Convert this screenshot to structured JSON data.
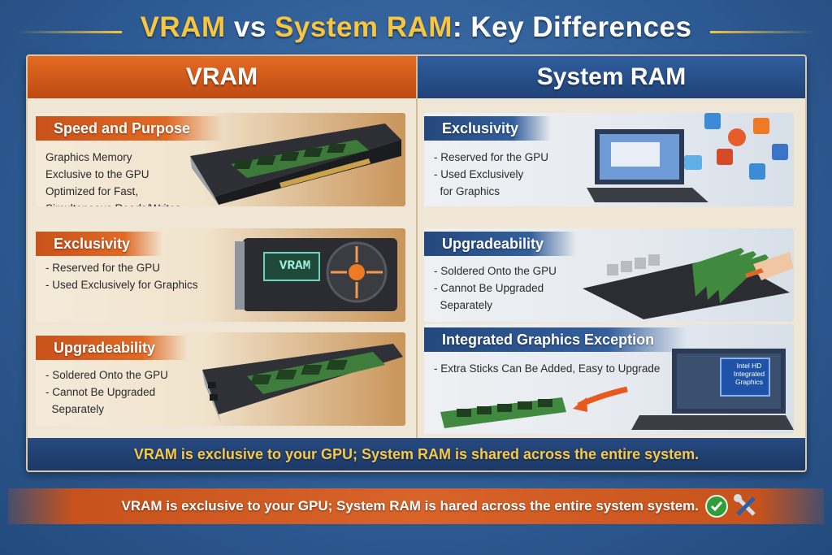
{
  "title": {
    "part1": "VRAM",
    "part2": " vs ",
    "part3": "System RAM",
    "part4": ": Key Differences"
  },
  "columns": {
    "left": "VRAM",
    "right": "System RAM"
  },
  "left_cards": [
    {
      "title": "Speed and Purpose",
      "lines": [
        "Graphics Memory",
        "Exclusive to the GPU",
        "Optimized for Fast,",
        "Simultaneous Reads/Writes"
      ]
    },
    {
      "title": "Exclusivity",
      "lines": [
        "- Reserved for the GPU",
        "- Used Exclusively for Graphics"
      ]
    },
    {
      "title": "Upgradeability",
      "lines": [
        "- Soldered Onto the GPU",
        "- Cannot Be Upgraded",
        "  Separately"
      ]
    }
  ],
  "right_cards": [
    {
      "title": "Exclusivity",
      "lines": [
        "- Reserved for the GPU",
        "- Used Exclusively",
        "  for Graphics"
      ]
    },
    {
      "title": "Upgradeability",
      "lines": [
        "- Soldered Onto the GPU",
        "- Cannot Be Upgraded",
        "  Separately"
      ]
    },
    {
      "title": "Integrated Graphics Exception",
      "lines": [
        "- Extra Sticks Can Be Added, Easy to Upgrade"
      ]
    }
  ],
  "gpu_label": "VRAM",
  "intel_label": {
    "line1": "Intel HD",
    "line2": "Integrated",
    "line3": "Graphics"
  },
  "footer": "VRAM is exclusive to your GPU; System RAM is shared across the entire system.",
  "bottom_banner": "VRAM is exclusive to your GPU; System RAM is hared across the entire system system.",
  "icons": [
    "check-circle-icon",
    "wrench-screwdriver-icon"
  ],
  "colors": {
    "accent_gold": "#f6c542",
    "vram_orange": "#e06a24",
    "ram_blue": "#2b5595",
    "footer_navy": "#1f3e70"
  }
}
